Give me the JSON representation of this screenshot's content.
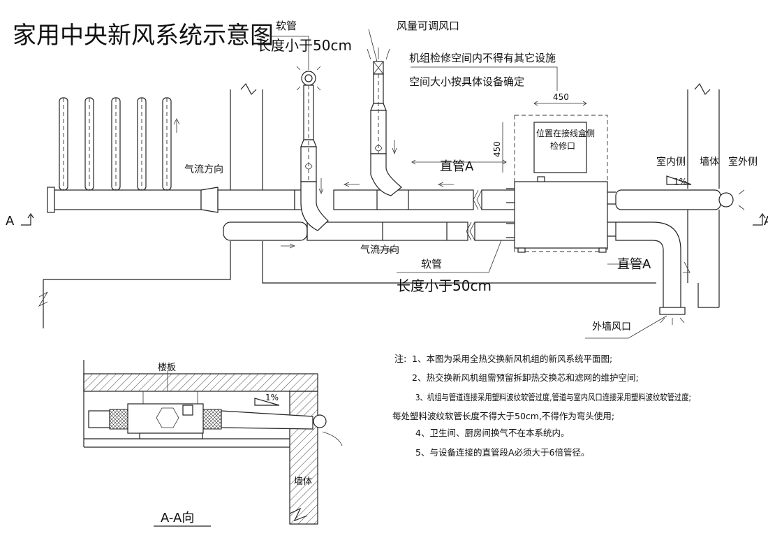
{
  "title": "家用中央新风系统示意图",
  "labels": {
    "soft_pipe": "软管",
    "length_limit": "长度小于50cm",
    "adjustable_vent": "风量可调风口",
    "service_space_1": "机组检修空间内不得有其它设施",
    "service_space_2": "空间大小按具体设备确定",
    "dim_450": "450",
    "access_port_1": "位置在接线盒侧",
    "access_port_2": "检修口",
    "straight_pipe_a": "直管A",
    "indoor_side": "室内侧",
    "wall": "墙体",
    "outdoor_side": "室外侧",
    "slope": "1%",
    "airflow_dir": "气流方向",
    "outer_wall_vent": "外墙风口",
    "section_a": "A",
    "floor_slab": "楼板",
    "section_title": "A-A向"
  },
  "notes": {
    "prefix": "注:",
    "n1": "1、本图为采用全热交换新风机组的新风系统平面图;",
    "n2": "2、热交换新风机组需预留拆卸热交换芯和滤网的维护空间;",
    "n3": "3、机组与管道连接采用塑料波纹软管过度,管道与室内风口连接采用塑料波纹软管过度;",
    "n3b": "每处塑料波纹软管长度不得大于50cm,不得作为弯头使用;",
    "n4": "4、卫生间、厨房间换气不在本系统内。",
    "n5": "5、与设备连接的直管段A必须大于6倍管径。"
  }
}
